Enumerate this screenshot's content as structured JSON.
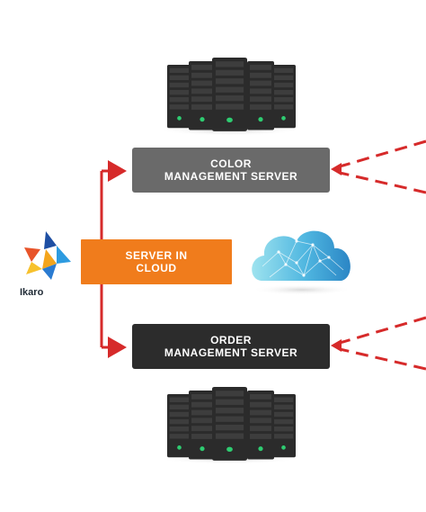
{
  "brand": {
    "name": "Ikaro"
  },
  "nodes": {
    "color_server": {
      "line1": "COLOR",
      "line2": "MANAGEMENT SERVER"
    },
    "cloud_server": {
      "line1": "SERVER IN",
      "line2": "CLOUD"
    },
    "order_server": {
      "line1": "ORDER",
      "line2": "MANAGEMENT SERVER"
    }
  },
  "colors": {
    "server_box": "#6a6a6a",
    "order_box": "#2c2c2c",
    "cloud_box": "#f07c1c",
    "arrow": "#d62a2a",
    "rack_dark": "#2b2b2b",
    "rack_led": "#2ecc71",
    "cloud_light": "#9ee3ef",
    "cloud_dark": "#2b86c5"
  },
  "icons": [
    "server-rack-icon",
    "cloud-network-icon",
    "ikaro-logo-icon"
  ]
}
